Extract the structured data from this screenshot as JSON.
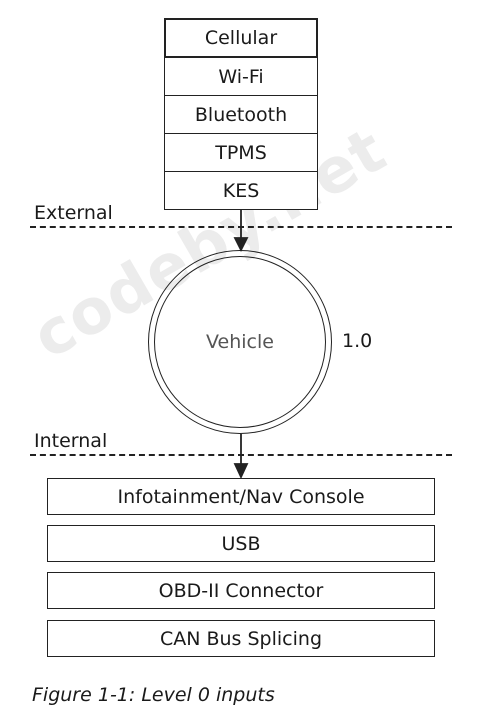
{
  "external_inputs": [
    "Cellular",
    "Wi-Fi",
    "Bluetooth",
    "TPMS",
    "KES"
  ],
  "labels": {
    "external": "External",
    "internal": "Internal"
  },
  "vehicle": {
    "name": "Vehicle",
    "version": "1.0"
  },
  "internal_inputs": [
    "Infotainment/Nav Console",
    "USB",
    "OBD-II Connector",
    "CAN Bus Splicing"
  ],
  "caption": "Figure 1-1: Level 0 inputs",
  "watermark": "codeby.net"
}
